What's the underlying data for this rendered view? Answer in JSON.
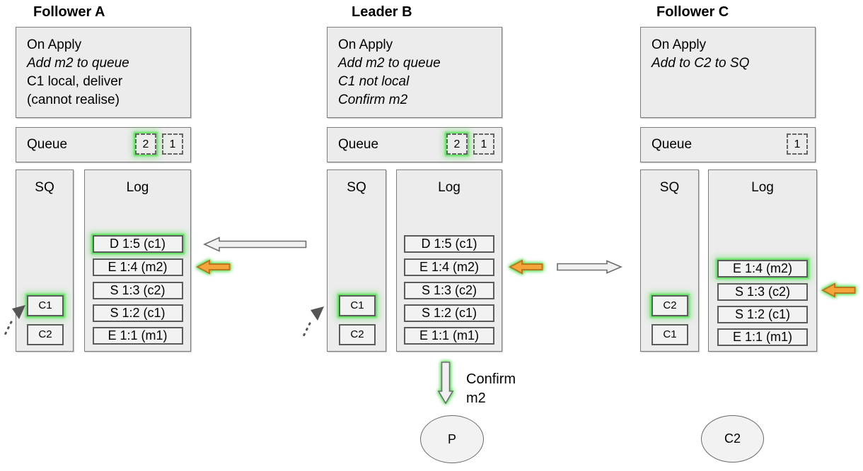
{
  "columns": [
    {
      "title": "Follower A",
      "apply": [
        "On Apply",
        "Add m2 to queue",
        "C1 local, deliver",
        "(cannot realise)"
      ],
      "queue_label": "Queue",
      "queue_items": [
        "2",
        "1"
      ],
      "sq_label": "SQ",
      "sq_items": [
        "C1",
        "C2"
      ],
      "log_label": "Log",
      "log_entries": [
        "D 1:5 (c1)",
        "E 1:4 (m2)",
        "S 1:3 (c2)",
        "S 1:2 (c1)",
        "E 1:1 (m1)"
      ]
    },
    {
      "title": "Leader B",
      "apply": [
        "On Apply",
        "Add m2 to queue",
        "C1 not local",
        "Confirm m2"
      ],
      "queue_label": "Queue",
      "queue_items": [
        "2",
        "1"
      ],
      "sq_label": "SQ",
      "sq_items": [
        "C1",
        "C2"
      ],
      "log_label": "Log",
      "log_entries": [
        "D 1:5 (c1)",
        "E 1:4 (m2)",
        "S 1:3 (c2)",
        "S 1:2 (c1)",
        "E 1:1 (m1)"
      ]
    },
    {
      "title": "Follower C",
      "apply": [
        "On Apply",
        "Add to C2 to SQ"
      ],
      "queue_label": "Queue",
      "queue_items": [
        "1"
      ],
      "sq_label": "SQ",
      "sq_items": [
        "C2",
        "C1"
      ],
      "log_label": "Log",
      "log_entries": [
        "E 1:4 (m2)",
        "S 1:3 (c2)",
        "S 1:2 (c1)",
        "E 1:1 (m1)"
      ]
    }
  ],
  "confirm": {
    "line1": "Confirm",
    "line2": "m2"
  },
  "ellipses": {
    "p": "P",
    "c2": "C2"
  },
  "icons": {
    "replicate_b_to_a": "gray-left-block-arrow",
    "replicate_b_to_c": "gray-right-block-arrow",
    "apply_pointer_a": "orange-left-arrow",
    "apply_pointer_b": "orange-left-arrow",
    "apply_pointer_c": "orange-left-arrow",
    "confirm_down": "down-block-arrow",
    "sq_pointer_a": "dotted-arrow",
    "sq_pointer_b": "dotted-arrow"
  },
  "colors": {
    "box_fill": "#ececec",
    "box_border": "#7d7d7d",
    "entry_fill": "#f2f2f2",
    "entry_border": "#5c5c5c",
    "glow_green": "#58e258",
    "arrow_orange_fill": "#f6a53a",
    "arrow_orange_border": "#b97a1f",
    "arrow_gray_fill": "#f1f1f1",
    "arrow_gray_border": "#6e6e6e",
    "dash_border": "#666666",
    "text": "#000000"
  }
}
